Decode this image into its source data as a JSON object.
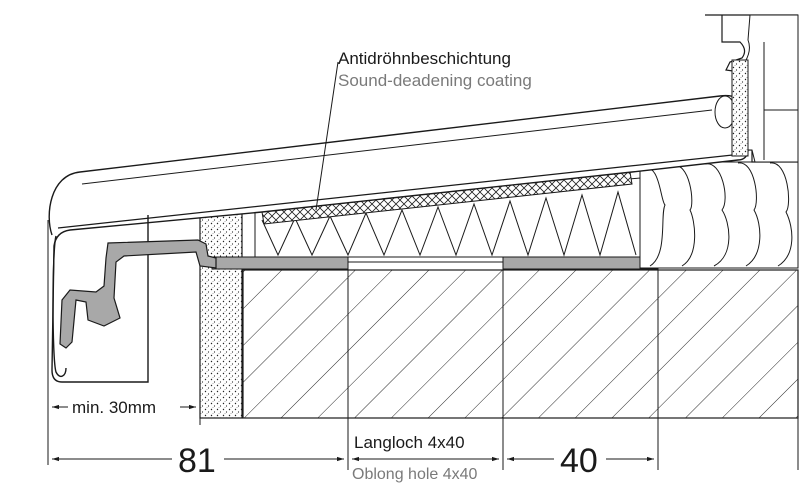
{
  "labels": {
    "coating_de": "Antidröhnbeschichtung",
    "coating_en": "Sound-deadening coating",
    "min_gap": "min. 30mm",
    "slot_de": "Langloch 4x40",
    "slot_en": "Oblong hole 4x40",
    "dim_left": "81",
    "dim_right": "40"
  },
  "colors": {
    "line": "#1a1a1a",
    "profile_fill": "#a8a8a8",
    "secondary_text": "#7a7a7a",
    "hatch": "#2a2a2a"
  }
}
